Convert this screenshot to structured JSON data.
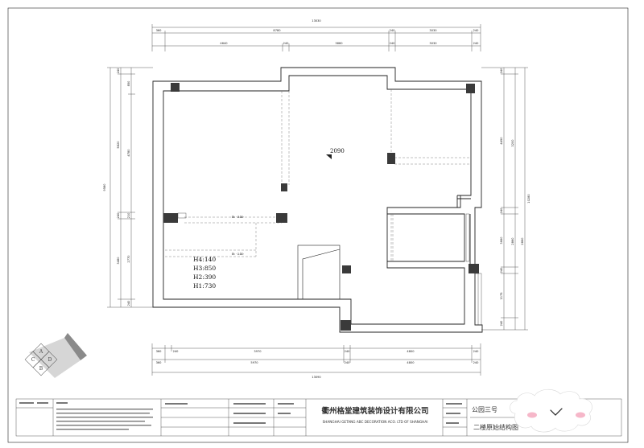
{
  "dims": {
    "top_total": "13030",
    "top_row1": [
      "360",
      "8780",
      "240",
      "3030",
      "240"
    ],
    "top_row2": [
      "4640",
      "240",
      "3880",
      "240",
      "3030",
      "240"
    ],
    "bottom_row1": [
      "360",
      "240",
      "3970",
      "240",
      "4800",
      "240"
    ],
    "bottom_row2": [
      "360",
      "5970",
      "240",
      "4800",
      "240"
    ],
    "bottom_total": "13090",
    "left_total": "9580",
    "left_outer": [
      "240",
      "5820",
      "240",
      "3480"
    ],
    "left_inner": [
      "850",
      "4780",
      "210",
      "2770",
      "240"
    ],
    "right_total": "10280",
    "right_outer": [
      "240",
      "4490",
      "240",
      "3660",
      "240",
      "1175",
      "240"
    ],
    "right_inner": [
      "3200",
      "2860",
      "2860"
    ]
  },
  "plan": {
    "elevation_main": "2090",
    "beam_1": "B: -340",
    "beam_2": "B: -240",
    "heights": [
      "H4:140",
      "H3:850",
      "H2:390",
      "H1:730"
    ]
  },
  "logo": {
    "letters": [
      "A",
      "B",
      "C",
      "D"
    ]
  },
  "title_block": {
    "company_cn": "衢州格堂建筑装饰设计有限公司",
    "company_en": "SHANGHAI GETANG ABC DECORATION  ACO. LTD OF SHANGHAI",
    "project": "公园三号",
    "drawing": "二楼原始结构图"
  }
}
